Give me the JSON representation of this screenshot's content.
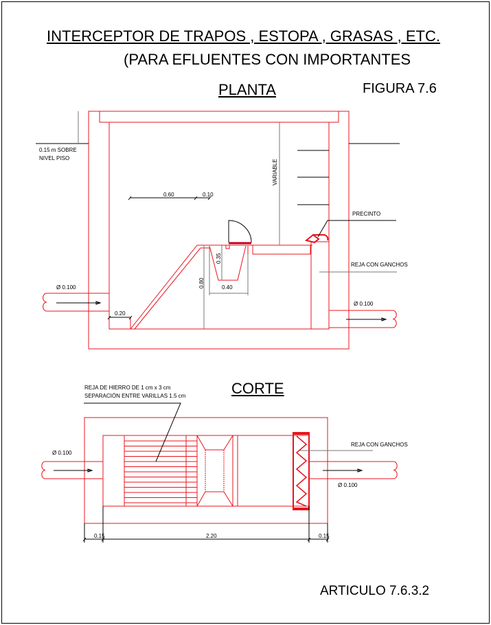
{
  "title": "INTERCEPTOR DE TRAPOS , ESTOPA , GRASAS , ETC.",
  "subtitle": "(PARA EFLUENTES CON IMPORTANTES",
  "figure": "FIGURA 7.6",
  "article": "ARTICULO 7.6.3.2",
  "planta": {
    "label": "PLANTA",
    "level_note_1": "0.15 m SOBRE",
    "level_note_2": "NIVEL PISO",
    "dim_060": "0.60",
    "dim_010": "0.10",
    "variable": "VARIABLE",
    "precinto": "PRECINTO",
    "reja": "REJA CON GANCHOS",
    "dim_035": "0.35",
    "dim_080": "0.80",
    "dim_040": "0.40",
    "dim_020": "0.20",
    "inlet": "Ø 0.100",
    "outlet": "Ø 0.100"
  },
  "corte": {
    "label": "CORTE",
    "grate_note_1": "REJA DE HIERRO DE 1 cm x 3 cm",
    "grate_note_2": "SEPARACIÓN ENTRE VARILLAS 1.5 cm",
    "reja": "REJA CON GANCHOS",
    "inlet": "Ø 0.100",
    "outlet": "Ø 0.100",
    "dim_left": "0.15",
    "dim_total": "2.20",
    "dim_right": "0.15"
  },
  "colors": {
    "structure": "#e8141c",
    "annotation": "#000000"
  }
}
